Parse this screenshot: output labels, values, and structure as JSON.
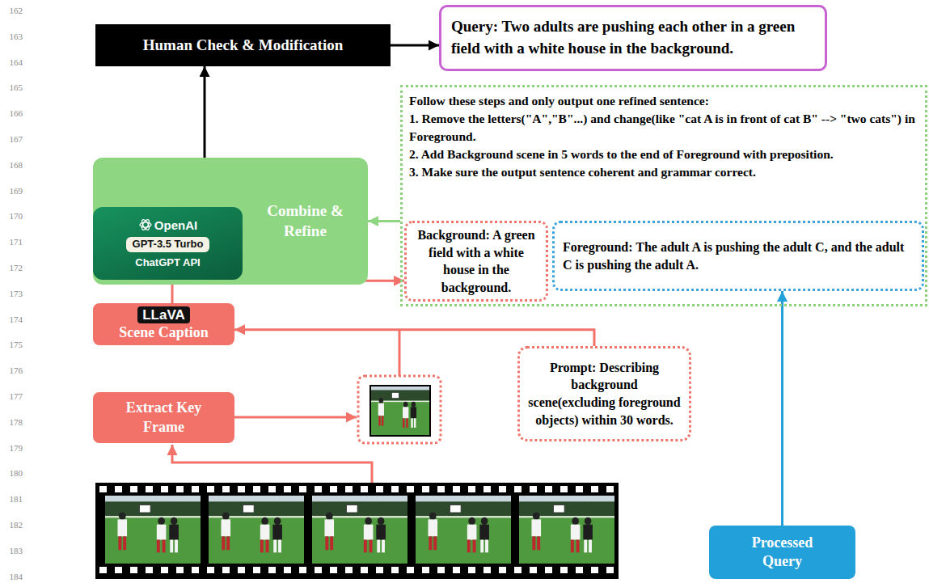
{
  "diagram": {
    "nodes": [
      {
        "text": [
          "Human Check & Modification"
        ]
      },
      {
        "text": [
          "Query: Two adults are pushing each other in a green field with a white house in the background."
        ]
      },
      {
        "text": [
          "Follow these steps and only output one refined sentence:",
          "1. Remove the letters(\"A\",\"B\"...) and change(like \"cat A is in front of cat B\" --> \"two cats\") in Foreground.",
          "2. Add Background scene in 5 words to the end of Foreground with preposition.",
          "3. Make sure the output sentence coherent and grammar correct."
        ]
      },
      {
        "text": [
          "Combine & Refine"
        ]
      },
      {
        "text": [
          "OpenAI",
          "GPT-3.5 Turbo",
          "ChatGPT API"
        ],
        "in": 3
      },
      {
        "text": [
          "Background: A green field with a white house in the background."
        ],
        "in": 2
      },
      {
        "text": [
          "Foreground: The adult A is pushing the adult C, and the adult C is pushing the adult A."
        ],
        "in": 2
      },
      {
        "text": [
          "LLaVA",
          "Scene Caption"
        ]
      },
      {
        "text": [
          "Extract Key Frame"
        ]
      },
      {
        "text": [
          "Prompt: Describing background scene(excluding foreground objects) within 30 words."
        ]
      },
      {
        "text": [
          "Processed Query"
        ]
      }
    ],
    "edges": [
      {
        "from": 2,
        "to": 3,
        "arrow": "to"
      },
      {
        "from": 3,
        "to": 0,
        "arrow": "to"
      },
      {
        "from": 0,
        "to": 1,
        "arrow": "to"
      },
      {
        "from": 7,
        "to": 5,
        "arrow": "to"
      },
      {
        "from": 9,
        "to": 7,
        "arrow": "to"
      },
      {
        "from": 10,
        "to": 6,
        "arrow": "to"
      }
    ],
    "labels": [
      "162",
      "163",
      "164",
      "165",
      "166",
      "167",
      "168",
      "169",
      "170",
      "171",
      "172",
      "173",
      "174",
      "175",
      "176",
      "177",
      "178",
      "179",
      "180",
      "181",
      "182",
      "183",
      "184"
    ]
  }
}
